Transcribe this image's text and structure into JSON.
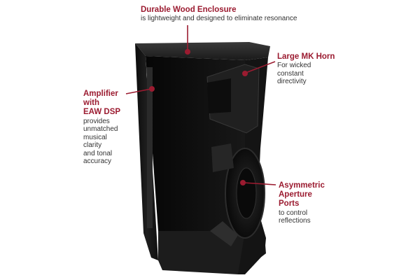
{
  "colors": {
    "accent": "#9b1b30",
    "text": "#333333",
    "enclosure": "#151515",
    "background": "#ffffff"
  },
  "callouts": {
    "top": {
      "title": "Durable Wood Enclosure",
      "desc": "is lightweight and designed to eliminate resonance"
    },
    "horn": {
      "title": "Large MK Horn",
      "desc_lines": [
        "For wicked",
        "constant",
        "directivity"
      ]
    },
    "amplifier": {
      "title_lines": [
        "Amplifier",
        "with",
        "EAW DSP"
      ],
      "desc_lines": [
        "provides",
        "unmatched",
        "musical",
        "clarity",
        "and tonal",
        "accuracy"
      ]
    },
    "ports": {
      "title_lines": [
        "Asymmetric",
        "Aperture",
        "Ports"
      ],
      "desc_lines": [
        "to control",
        "reflections"
      ]
    }
  },
  "illustration": {
    "subject": "loudspeaker-cutaway",
    "icon": "speaker-cabinet-icon"
  }
}
